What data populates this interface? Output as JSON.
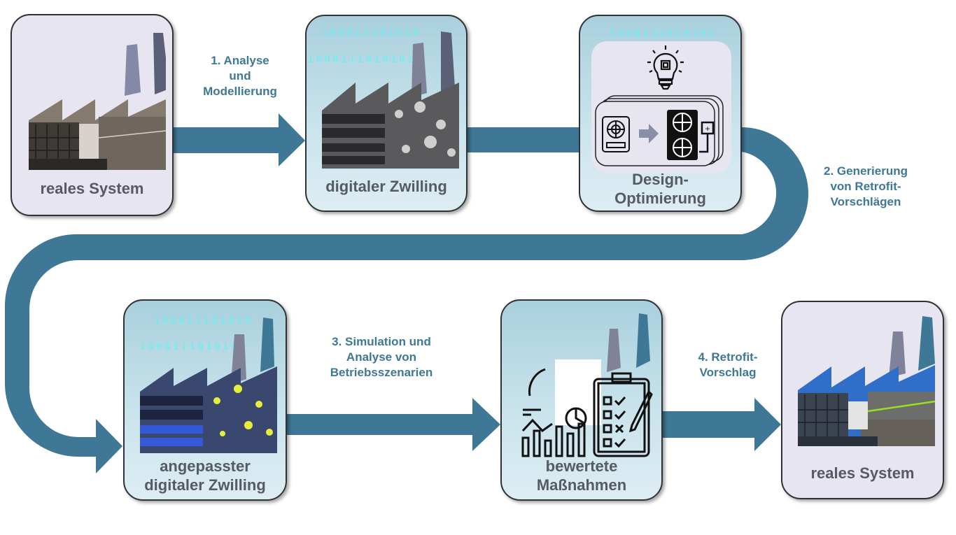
{
  "diagram": {
    "colors": {
      "arrow": "#3f7896",
      "step_text": "#3f7896",
      "box_text": "#555a63",
      "real_box_bg": "#e6e5f0",
      "digital_box_bg": "#b7d8e4",
      "binary_text": "#5ff3f3"
    },
    "nodes": [
      {
        "id": "real-system-1",
        "label": "reales System",
        "image": "factory-photo-sepia"
      },
      {
        "id": "digital-twin",
        "label": "digitaler Zwilling",
        "image": "factory-server-rack-gray",
        "binary": [
          "100011101010",
          "1000111010101"
        ]
      },
      {
        "id": "design-optimization",
        "label": "Design-\nOptimierung",
        "image": "lightbulb-chip-fan-upgrade-icon",
        "binary": [
          "1000111010101"
        ]
      },
      {
        "id": "adapted-digital-twin",
        "label": "angepasster\ndigitaler Zwilling",
        "image": "factory-server-rack-blue",
        "binary": [
          "100011101010",
          "1000111010101"
        ]
      },
      {
        "id": "evaluated-measures",
        "label": "bewertete\nMaßnahmen",
        "image": "analytics-checklist-icon"
      },
      {
        "id": "real-system-2",
        "label": "reales System",
        "image": "factory-photo-color"
      }
    ],
    "steps": [
      {
        "id": "step-1",
        "label": "1. Analyse\nund\nModellierung",
        "from": "real-system-1",
        "to": "digital-twin"
      },
      {
        "id": "step-2",
        "label": "2. Generierung\nvon Retrofit-\nVorschlägen",
        "from": "design-optimization",
        "to": "adapted-digital-twin"
      },
      {
        "id": "step-3",
        "label": "3. Simulation und\nAnalyse von\nBetriebsszenarien",
        "from": "adapted-digital-twin",
        "to": "evaluated-measures"
      },
      {
        "id": "step-4",
        "label": "4. Retrofit-\nVorschlag",
        "from": "evaluated-measures",
        "to": "real-system-2"
      }
    ]
  }
}
